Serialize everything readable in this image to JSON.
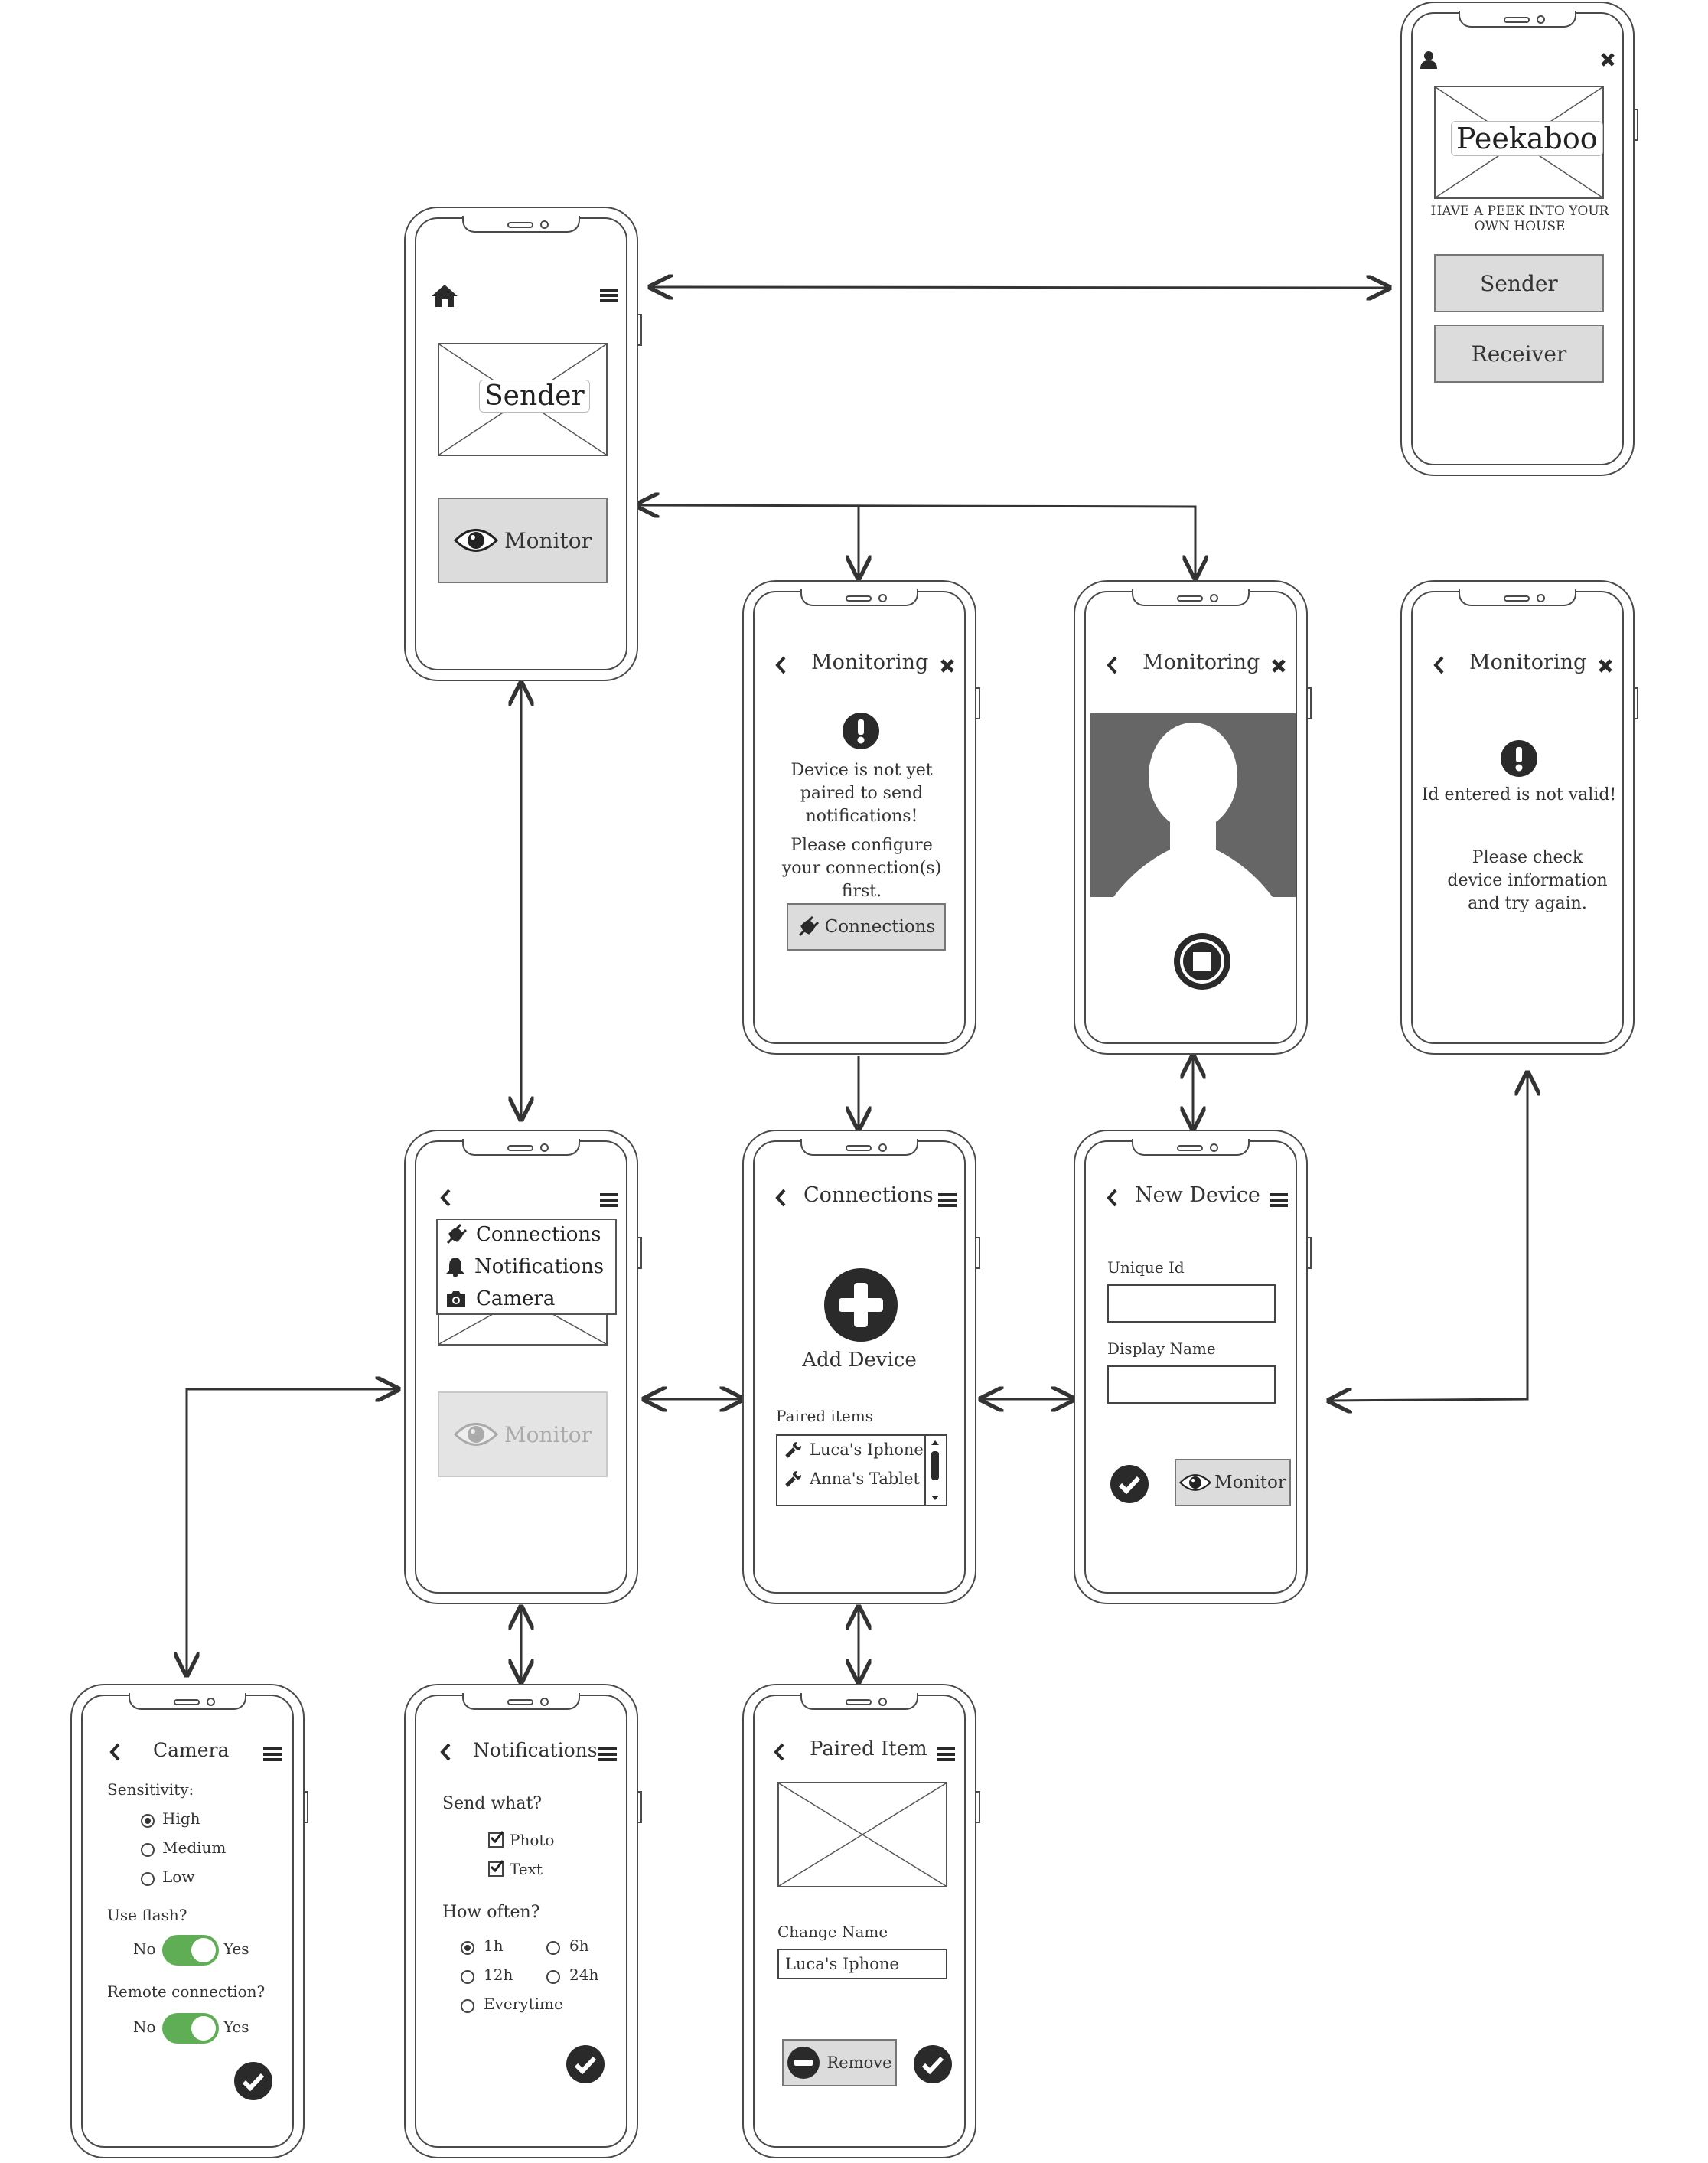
{
  "welcome": {
    "brand": "Peekaboo",
    "tagline": "HAVE A PEEK INTO YOUR OWN HOUSE",
    "sender_label": "Sender",
    "receiver_label": "Receiver",
    "icons": [
      "user-icon",
      "close-icon"
    ]
  },
  "sender_home": {
    "image_label": "Sender",
    "monitor_label": "Monitor",
    "icons": [
      "home-icon",
      "hamburger-icon",
      "eye-icon"
    ]
  },
  "monitoring_not_paired": {
    "title": "Monitoring",
    "message": "Device is not yet paired to send notifications!",
    "hint": "Please configure your connection(s) first.",
    "connections_label": "Connections",
    "icons": [
      "back-icon",
      "close-icon",
      "alert-icon",
      "plug-icon"
    ]
  },
  "monitoring_live": {
    "title": "Monitoring",
    "icons": [
      "back-icon",
      "close-icon",
      "person-silhouette",
      "stop-icon"
    ]
  },
  "monitoring_invalid": {
    "title": "Monitoring",
    "message": "Id entered is not valid!",
    "hint": "Please check device information and try again.",
    "icons": [
      "back-icon",
      "close-icon",
      "alert-icon"
    ]
  },
  "sender_menu": {
    "items": [
      {
        "label": "Connections",
        "icon": "plug-icon"
      },
      {
        "label": "Notifications",
        "icon": "bell-icon"
      },
      {
        "label": "Camera",
        "icon": "camera-icon"
      }
    ],
    "monitor_label": "Monitor"
  },
  "connections": {
    "title": "Connections",
    "add_label": "Add Device",
    "paired_label": "Paired items",
    "paired": [
      "Luca's Iphone",
      "Anna's Tablet"
    ]
  },
  "new_device": {
    "title": "New Device",
    "unique_id_label": "Unique Id",
    "display_name_label": "Display Name",
    "monitor_label": "Monitor"
  },
  "camera": {
    "title": "Camera",
    "sensitivity_label": "Sensitivity:",
    "sensitivity_options": [
      "High",
      "Medium",
      "Low"
    ],
    "sensitivity_selected": "High",
    "flash_label": "Use flash?",
    "remote_label": "Remote connection?",
    "no_label": "No",
    "yes_label": "Yes"
  },
  "notifications": {
    "title": "Notifications",
    "send_label": "Send what?",
    "send_options": [
      "Photo",
      "Text"
    ],
    "often_label": "How often?",
    "often_options": [
      "1h",
      "6h",
      "12h",
      "24h",
      "Everytime"
    ],
    "often_selected": "1h"
  },
  "paired_item": {
    "title": "Paired Item",
    "change_name_label": "Change Name",
    "name_value": "Luca's Iphone",
    "remove_label": "Remove"
  },
  "colors": {
    "line": "#3a3a3a",
    "button_grey": "#dcdcdc",
    "toggle_green": "#5fae55",
    "photo_bg": "#666666"
  }
}
